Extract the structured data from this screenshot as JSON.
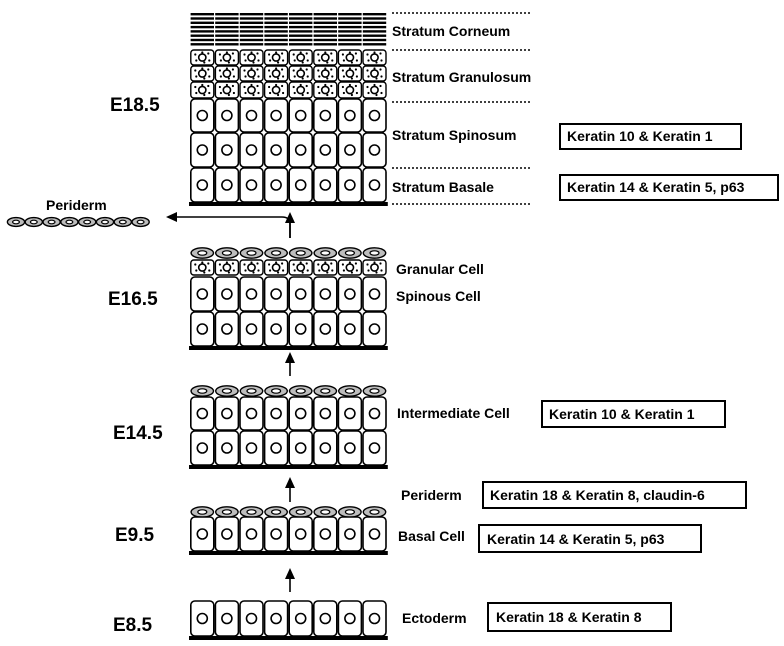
{
  "stages": {
    "e185": "E18.5",
    "e165": "E16.5",
    "e145": "E14.5",
    "e95": "E9.5",
    "e85": "E8.5"
  },
  "labels": {
    "stratum_corneum": "Stratum Corneum",
    "stratum_granulosum": "Stratum Granulosum",
    "stratum_spinosum": "Stratum Spinosum",
    "stratum_basale": "Stratum Basale",
    "periderm_shed": "Periderm",
    "granular_cell": "Granular Cell",
    "spinous_cell": "Spinous Cell",
    "intermediate_cell": "Intermediate  Cell",
    "periderm": "Periderm",
    "basal_cell": "Basal Cell",
    "ectoderm": "Ectoderm"
  },
  "markers": {
    "spinosum": "Keratin 10 & Keratin 1",
    "basale": "Keratin 14 & Keratin 5, p63",
    "intermediate": "Keratin 10 & Keratin 1",
    "periderm": "Keratin 18 & Keratin 8, claudin-6",
    "basal": "Keratin 14 & Keratin 5, p63",
    "ectoderm": "Keratin 18 & Keratin 8"
  }
}
